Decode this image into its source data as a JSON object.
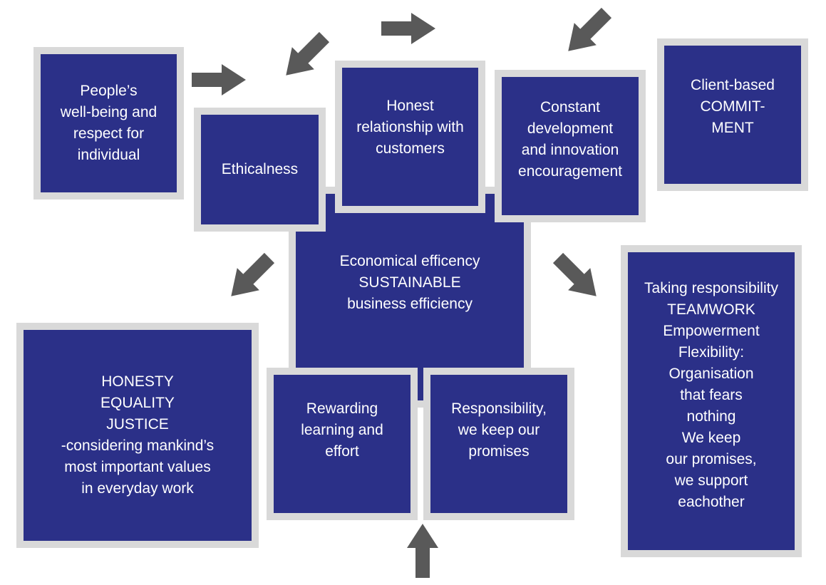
{
  "colors": {
    "box_fill": "#2b3088",
    "box_border": "#d9d9d9",
    "text": "#ffffff",
    "arrow": "#595959"
  },
  "boxes": {
    "wellbeing": "People’s\nwell-being and\nrespect for\nindividual",
    "ethicalness": "Ethicalness",
    "honest_relationship": "Honest\nrelationship with\ncustomers",
    "constant_development": "Constant\ndevelopment\nand innovation\nencouragement",
    "client_commitment": "Client-based\nCOMMIT-\nMENT",
    "economical_efficiency": "Economical efficency\nSUSTAINABLE\nbusiness efficiency",
    "honesty_equality": "HONESTY\nEQUALITY\nJUSTICE\n-considering mankind’s\nmost important values\nin everyday work",
    "rewarding_learning": "Rewarding\nlearning and\neffort",
    "responsibility_promises": "Responsibility,\nwe keep our\npromises",
    "teamwork": "Taking responsibility\nTEAMWORK\nEmpowerment\nFlexibility:\nOrganisation\nthat fears\nnothing\nWe keep\nour promises,\nwe support\neachother"
  }
}
